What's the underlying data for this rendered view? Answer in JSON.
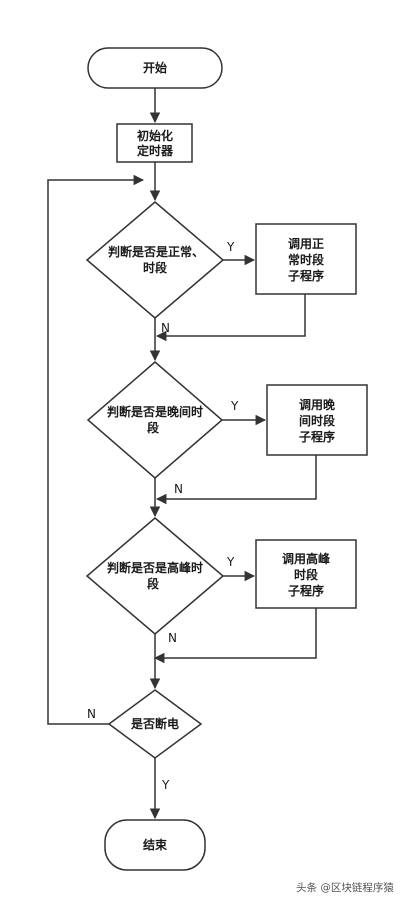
{
  "nodes": {
    "start": "开始",
    "init": [
      "初始化",
      "定时器"
    ],
    "check_normal": [
      "判断是否是正常、",
      "时段"
    ],
    "call_normal": [
      "调用正",
      "常时段",
      "子程序"
    ],
    "check_evening": [
      "判断是否是晚间时",
      "段"
    ],
    "call_evening": [
      "调用晚",
      "间时段",
      "子程序"
    ],
    "check_peak": [
      "判断是否是高峰时",
      "段"
    ],
    "call_peak": [
      "调用高峰",
      "时段",
      "子程序"
    ],
    "check_power": "是否断电",
    "end": "结束"
  },
  "labels": {
    "yes": "Y",
    "no": "N"
  },
  "watermark": "头条 @区块链程序猿"
}
